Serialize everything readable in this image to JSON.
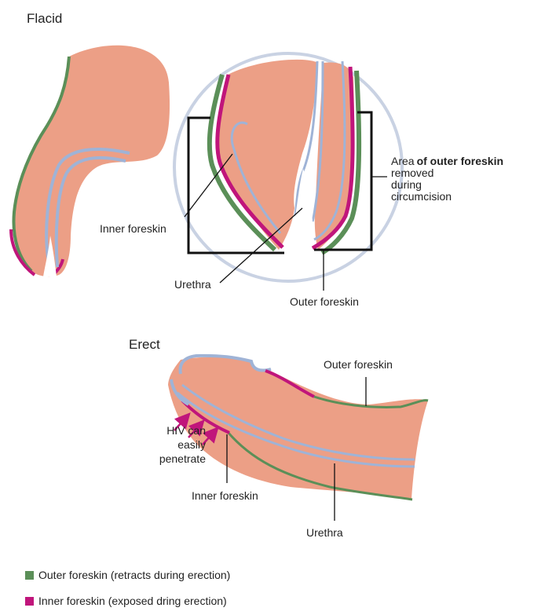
{
  "colors": {
    "skin": "#ec9f86",
    "outer_foreskin": "#5b8f58",
    "inner_foreskin": "#c0157b",
    "urethra_outline": "#9fb3d6",
    "magnify_circle": "#c9d2e3",
    "line": "#111111"
  },
  "flacid": {
    "title": "Flacid",
    "inner_foreskin_label": "Inner foreskin",
    "urethra_label": "Urethra",
    "outer_foreskin_label": "Outer foreskin",
    "area_label_prefix": "Area",
    "area_label_bold": "of outer foreskin",
    "area_label_rest": "removed\nduring\ncircumcision"
  },
  "erect": {
    "title": "Erect",
    "outer_foreskin_label": "Outer foreskin",
    "hiv_label": "HIV can\neasily\npenetrate",
    "inner_foreskin_label": "Inner foreskin",
    "urethra_label": "Urethra"
  },
  "legend": [
    {
      "label": "Outer foreskin (retracts during erection)",
      "color": "#5b8f58"
    },
    {
      "label": "Inner foreskin (exposed dring erection)",
      "color": "#c0157b"
    }
  ]
}
